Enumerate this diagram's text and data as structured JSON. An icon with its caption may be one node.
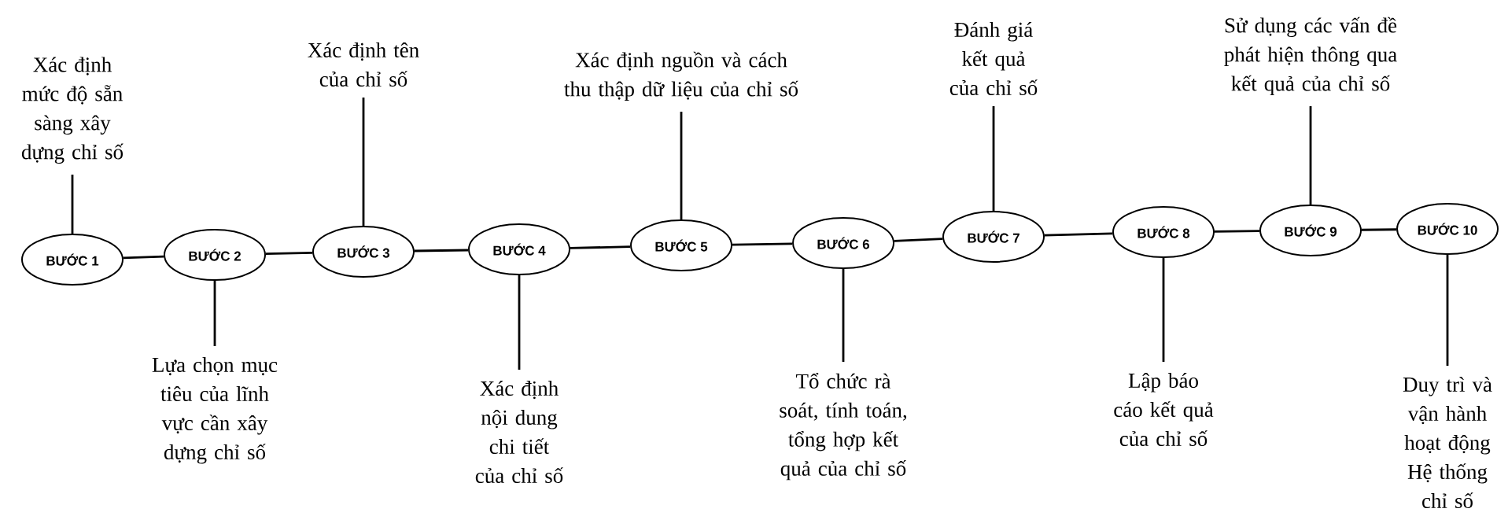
{
  "diagram": {
    "nodes": [
      {
        "text": [
          "BƯỚC 1"
        ]
      },
      {
        "text": [
          "BƯỚC 2"
        ]
      },
      {
        "text": [
          "BƯỚC 3"
        ]
      },
      {
        "text": [
          "BƯỚC 4"
        ]
      },
      {
        "text": [
          "BƯỚC 5"
        ]
      },
      {
        "text": [
          "BƯỚC 6"
        ]
      },
      {
        "text": [
          "BƯỚC 7"
        ]
      },
      {
        "text": [
          "BƯỚC 8"
        ]
      },
      {
        "text": [
          "BƯỚC 9"
        ]
      },
      {
        "text": [
          "BƯỚC 10"
        ]
      },
      {
        "text": [
          "Xác định mức độ sẵn sàng xây dựng chỉ số"
        ]
      },
      {
        "text": [
          "Lựa chọn mục tiêu của lĩnh vực cần xây dựng chỉ số"
        ]
      },
      {
        "text": [
          "Xác định tên của chỉ số"
        ]
      },
      {
        "text": [
          "Xác định nội dung chi tiết của chỉ số"
        ]
      },
      {
        "text": [
          "Xác định nguồn và cách thu thập dữ liệu của chỉ số"
        ]
      },
      {
        "text": [
          "Tổ chức rà soát, tính toán, tổng hợp kết quả của chỉ số"
        ]
      },
      {
        "text": [
          "Đánh giá kết quả của chỉ số"
        ]
      },
      {
        "text": [
          "Lập báo cáo kết quả của chỉ số"
        ]
      },
      {
        "text": [
          "Sử dụng các vấn đề phát hiện thông qua kết quả của chỉ số"
        ]
      },
      {
        "text": [
          "Duy trì và vận hành hoạt động Hệ thống chỉ số"
        ]
      }
    ],
    "edges": [
      {
        "from": 0,
        "to": 1,
        "arrow": "none"
      },
      {
        "from": 1,
        "to": 2,
        "arrow": "none"
      },
      {
        "from": 2,
        "to": 3,
        "arrow": "none"
      },
      {
        "from": 3,
        "to": 4,
        "arrow": "none"
      },
      {
        "from": 4,
        "to": 5,
        "arrow": "none"
      },
      {
        "from": 5,
        "to": 6,
        "arrow": "none"
      },
      {
        "from": 6,
        "to": 7,
        "arrow": "none"
      },
      {
        "from": 7,
        "to": 8,
        "arrow": "none"
      },
      {
        "from": 8,
        "to": 9,
        "arrow": "none"
      },
      {
        "from": 10,
        "to": 0,
        "arrow": "none"
      },
      {
        "from": 11,
        "to": 1,
        "arrow": "none"
      },
      {
        "from": 12,
        "to": 2,
        "arrow": "none"
      },
      {
        "from": 13,
        "to": 3,
        "arrow": "none"
      },
      {
        "from": 14,
        "to": 4,
        "arrow": "none"
      },
      {
        "from": 15,
        "to": 5,
        "arrow": "none"
      },
      {
        "from": 16,
        "to": 6,
        "arrow": "none"
      },
      {
        "from": 17,
        "to": 7,
        "arrow": "none"
      },
      {
        "from": 18,
        "to": 8,
        "arrow": "none"
      },
      {
        "from": 19,
        "to": 9,
        "arrow": "none"
      }
    ]
  }
}
